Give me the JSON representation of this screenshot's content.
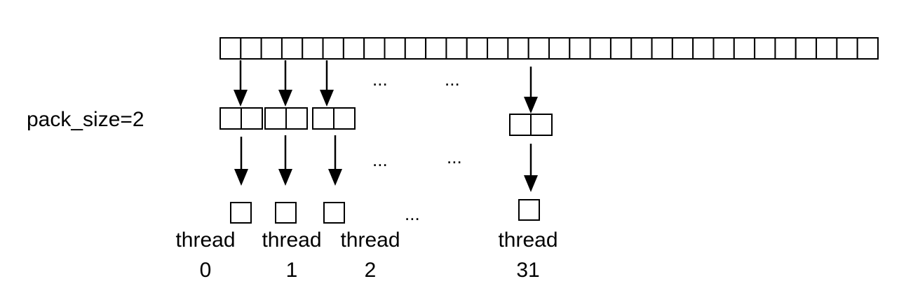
{
  "diagram": {
    "pack_label": "pack_size=2",
    "source_cell_count": 32,
    "pack_cell_count": 2,
    "ellipsis": "...",
    "threads": [
      {
        "label": "thread",
        "index": "0"
      },
      {
        "label": "thread",
        "index": "1"
      },
      {
        "label": "thread",
        "index": "2"
      },
      {
        "label": "thread",
        "index": "31"
      }
    ]
  }
}
